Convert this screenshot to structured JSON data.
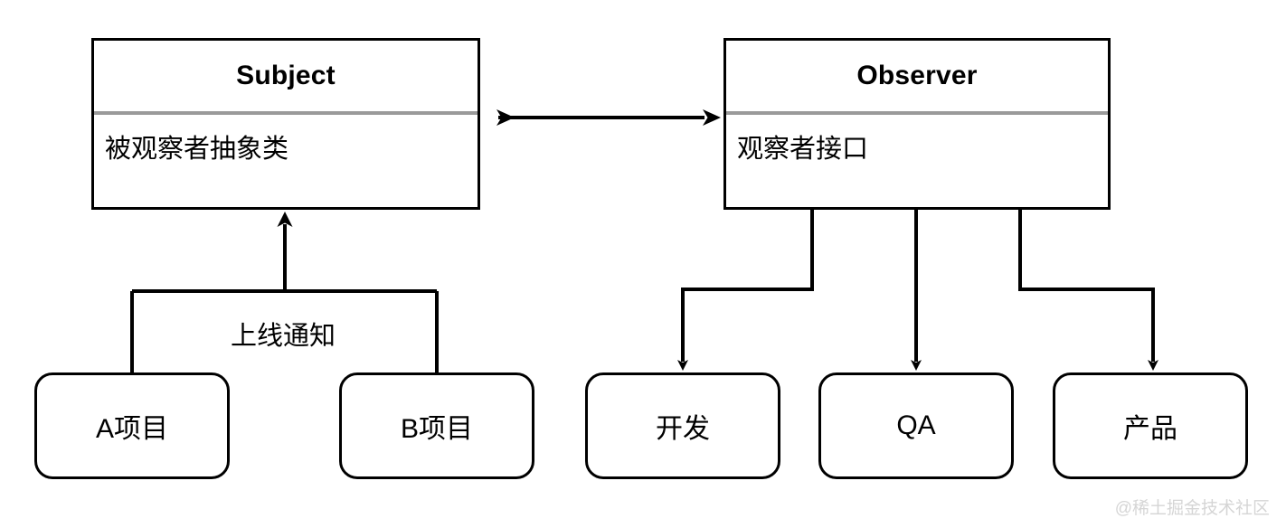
{
  "diagram": {
    "type": "uml-observer-pattern",
    "background_color": "#ffffff",
    "stroke_color": "#000000",
    "divider_color": "#9a9a9a",
    "classes": [
      {
        "id": "subject",
        "title": "Subject",
        "body": "被观察者抽象类"
      },
      {
        "id": "observer",
        "title": "Observer",
        "body": "观察者接口"
      }
    ],
    "subject_children": [
      {
        "id": "project-a",
        "label": "A项目"
      },
      {
        "id": "project-b",
        "label": "B项目"
      }
    ],
    "observer_children": [
      {
        "id": "dev",
        "label": "开发"
      },
      {
        "id": "qa",
        "label": "QA"
      },
      {
        "id": "product",
        "label": "产品"
      }
    ],
    "edges": {
      "association_label": "",
      "notify_label": "上线通知"
    },
    "watermark": "@稀土掘金技术社区"
  }
}
